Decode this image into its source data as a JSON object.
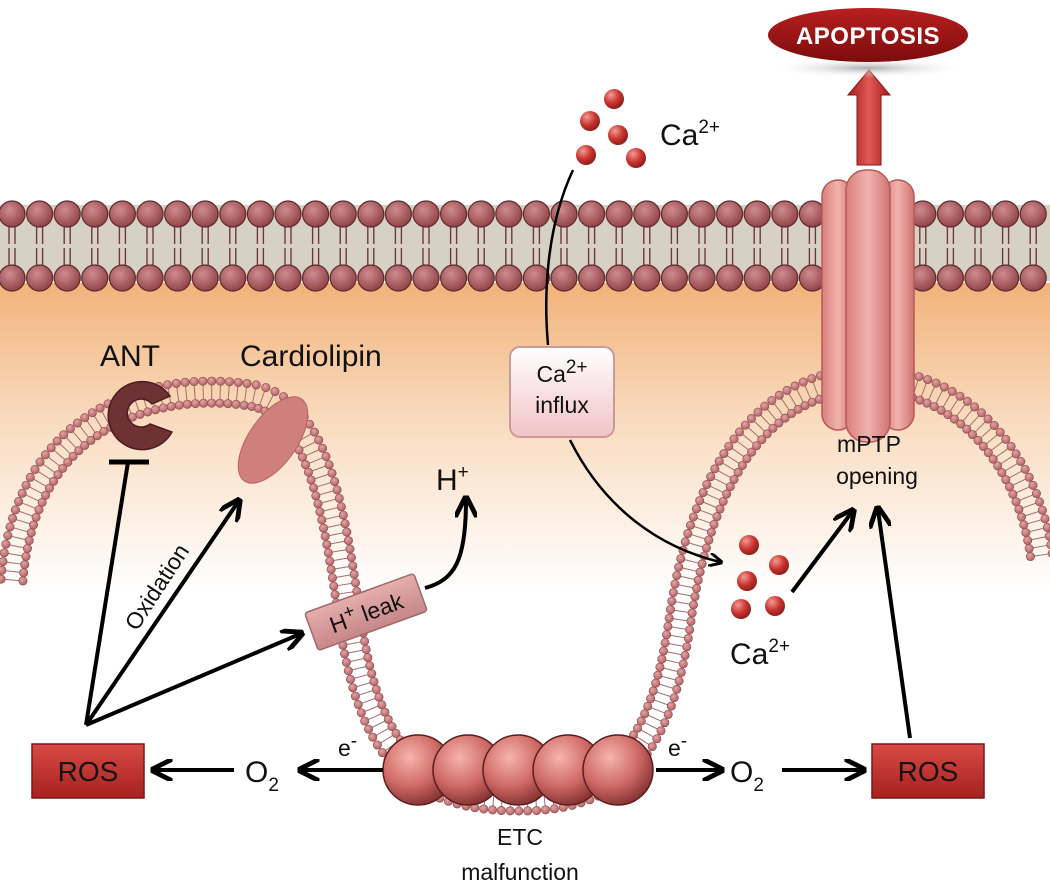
{
  "labels": {
    "apoptosis": "APOPTOSIS",
    "ca_top": "Ca",
    "ca_charge": "2+",
    "ant": "ANT",
    "cardiolipin": "Cardiolipin",
    "ca_influx_line1": "Ca",
    "ca_influx_charge": "2+",
    "ca_influx_line2": "influx",
    "mptp_line1": "mPTP",
    "mptp_line2": "opening",
    "h_plus": "H",
    "h_plus_charge": "+",
    "oxidation": "Oxidation",
    "h_leak_h": "H",
    "h_leak_charge": "+",
    "h_leak_rest": " leak",
    "ca_mid": "Ca",
    "ca_mid_charge": "2+",
    "ros_left": "ROS",
    "ros_right": "ROS",
    "o2_left": "O",
    "o2_left_sub": "2",
    "o2_right": "O",
    "o2_right_sub": "2",
    "e_left": "e",
    "e_left_charge": "-",
    "e_right": "e",
    "e_right_charge": "-",
    "etc_line1": "ETC",
    "etc_line2": "malfunction"
  },
  "colors": {
    "lipid_head": "#a85a5e",
    "lipid_head_dark": "#7a3438",
    "membrane_band": "#d6cfc0",
    "intermembrane": "#f6c79a",
    "ros_box": "#c4322f",
    "apoptosis": "#a01414",
    "arrow": "#000000",
    "ant": "#6e3134",
    "cardiolipin": "#cf7f7c",
    "mptp": "#e39a97",
    "etc_sphere": "#d06e6e",
    "ca_ion": "#c23a37"
  },
  "icons": {
    "apoptosis_arrow": "up-arrow-icon",
    "ca_ion": "calcium-ion-icon",
    "etc": "electron-transport-chain-icon",
    "ant": "ant-transporter-icon",
    "mptp": "mptp-channel-icon"
  }
}
